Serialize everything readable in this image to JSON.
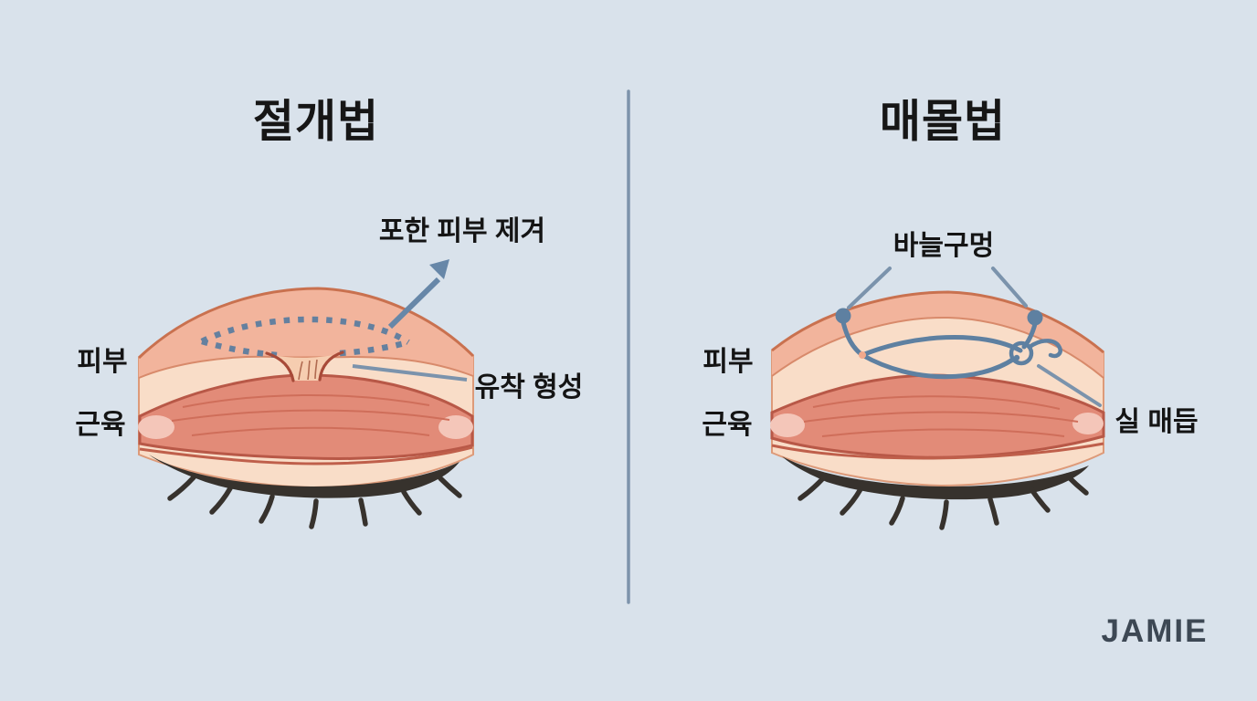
{
  "canvas": {
    "background": "#d9e2eb"
  },
  "watermark": {
    "text": "JAMIE",
    "color": "#3d4854"
  },
  "divider": {
    "color": "#7d93ab"
  },
  "colors": {
    "skin_light": "#f9ddc8",
    "skin_salmon": "#f2b49c",
    "skin_outline": "#c9714f",
    "adhesion_stroke": "#a84a38",
    "muscle_fill": "#e28b78",
    "muscle_outline": "#b85847",
    "muscle_tip_highlight": "#f4c6b9",
    "eyelash": "#37322d",
    "accent_blue": "#5e80a1",
    "leader_blue": "#7b93ac",
    "dotted_incision": "#64809f",
    "text": "#161616"
  },
  "icons": {
    "removal_arrow": "arrow-up-right-icon",
    "dotted_incision": "dashed-ellipse-icon",
    "needle_dots": "needle-hole-dot-icon",
    "thread": "suture-thread-icon",
    "knot": "thread-knot-icon"
  },
  "panels": {
    "incision": {
      "title": "절개법",
      "labels": {
        "removal": "포한 피부 제겨",
        "adhesion": "유착 형성",
        "skin": "피부",
        "muscle": "근육"
      }
    },
    "burial": {
      "title": "매몰법",
      "labels": {
        "needle_hole": "바늘구멍",
        "thread_knot": "실 매듭",
        "skin": "피부",
        "muscle": "근육"
      }
    }
  }
}
